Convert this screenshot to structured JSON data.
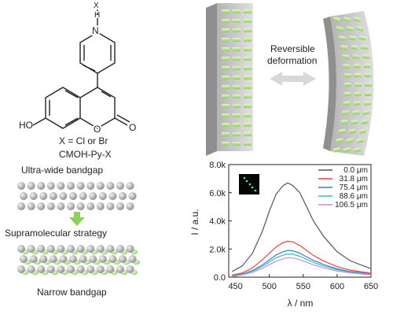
{
  "molecule": {
    "counterion": "X",
    "nh": "N",
    "h": "H",
    "ho": "HO",
    "carbonyl_o": "O",
    "ring_o": "O",
    "x_definition": "X = Cl or Br",
    "name": "CMOH-Py-X"
  },
  "bandgap": {
    "top_label": "Ultra-wide bandgap",
    "strategy_label": "Supramolecular strategy",
    "bottom_label": "Narrow bandgap"
  },
  "deformation": {
    "label_line1": "Reversible",
    "label_line2": "deformation"
  },
  "chart_data": {
    "type": "line",
    "xlabel": "λ / nm",
    "ylabel": "I / a.u.",
    "xlim": [
      440,
      650
    ],
    "ylim": [
      0,
      8000
    ],
    "x_ticks": [
      450,
      500,
      550,
      600,
      650
    ],
    "y_ticks": [
      {
        "value": 0,
        "label": "0.0"
      },
      {
        "value": 2000,
        "label": "2.0k"
      },
      {
        "value": 4000,
        "label": "4.0k"
      },
      {
        "value": 6000,
        "label": "6.0k"
      },
      {
        "value": 8000,
        "label": "8.0k"
      }
    ],
    "legend_position": "top-right",
    "inset": "top-left",
    "x": [
      445,
      460,
      475,
      490,
      500,
      510,
      520,
      527,
      535,
      545,
      555,
      565,
      580,
      600,
      620,
      650
    ],
    "series": [
      {
        "name": "0.0 μm",
        "color": "#555555",
        "values": [
          400,
          800,
          1700,
          3300,
          4700,
          5900,
          6500,
          6700,
          6500,
          6000,
          5000,
          4000,
          2900,
          1800,
          1150,
          600
        ]
      },
      {
        "name": "31.8 μm",
        "color": "#e8433d",
        "values": [
          150,
          300,
          650,
          1250,
          1700,
          2150,
          2450,
          2550,
          2500,
          2250,
          1900,
          1550,
          1150,
          750,
          500,
          280
        ]
      },
      {
        "name": "75.4 μm",
        "color": "#3a7bd5",
        "values": [
          100,
          230,
          470,
          880,
          1230,
          1580,
          1800,
          1900,
          1870,
          1700,
          1450,
          1200,
          900,
          600,
          400,
          230
        ]
      },
      {
        "name": "88.6 μm",
        "color": "#2ec4b6",
        "values": [
          80,
          200,
          420,
          780,
          1080,
          1380,
          1560,
          1650,
          1630,
          1480,
          1270,
          1050,
          790,
          530,
          350,
          200
        ]
      },
      {
        "name": "106.5 μm",
        "color": "#c38fd6",
        "values": [
          60,
          160,
          340,
          640,
          900,
          1130,
          1300,
          1380,
          1360,
          1240,
          1060,
          880,
          660,
          440,
          300,
          170
        ]
      }
    ]
  }
}
